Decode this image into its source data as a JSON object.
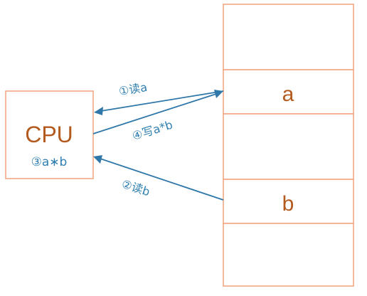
{
  "cpu": {
    "title": "CPU",
    "operation": "③a∗b"
  },
  "memory": {
    "cells": [
      "",
      "a",
      "",
      "",
      "b",
      ""
    ]
  },
  "arrows": {
    "read_a": "①读a",
    "write_result": "④写a*b",
    "read_b": "②读b"
  },
  "colors": {
    "box_border": "#f2a27e",
    "cpu_text": "#b35a1f",
    "arrow": "#2f77a8",
    "step_text": "#2f7fb0"
  }
}
